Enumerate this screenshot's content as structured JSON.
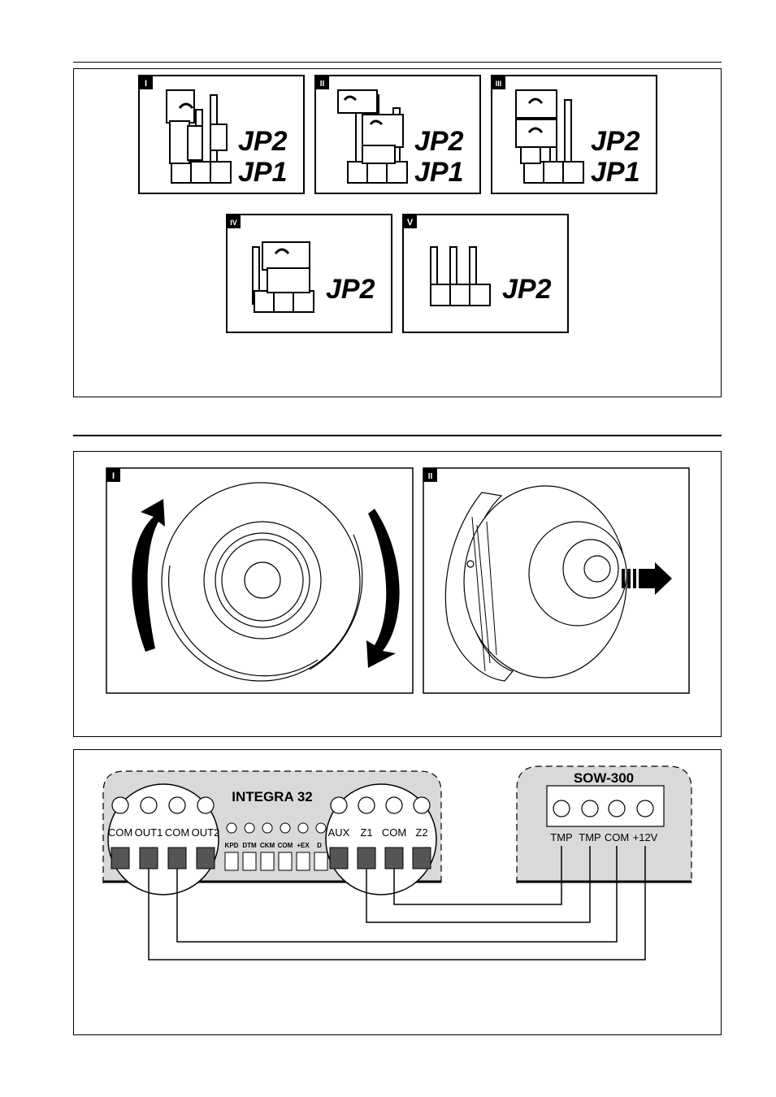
{
  "figure1": {
    "panels": [
      {
        "roman": "I",
        "labels": [
          "JP2",
          "JP1"
        ]
      },
      {
        "roman": "II",
        "labels": [
          "JP2",
          "JP1"
        ]
      },
      {
        "roman": "III",
        "labels": [
          "JP2",
          "JP1"
        ]
      },
      {
        "roman": "IV",
        "labels": [
          "JP2"
        ]
      },
      {
        "roman": "V",
        "labels": [
          "JP2"
        ]
      }
    ]
  },
  "figure2": {
    "panels": [
      {
        "roman": "I"
      },
      {
        "roman": "II"
      }
    ]
  },
  "figure3": {
    "control_panel": {
      "name": "INTEGRA 32",
      "left_terminals": [
        "COM",
        "OUT1",
        "COM",
        "OUT2"
      ],
      "mid_terminals": [
        "KPD",
        "DTM",
        "CKM",
        "COM",
        "+EX",
        "D"
      ],
      "right_terminals": [
        "AUX",
        "Z1",
        "COM",
        "Z2"
      ]
    },
    "siren": {
      "name": "SOW-300",
      "terminals": [
        "TMP",
        "TMP",
        "COM",
        "+12V"
      ]
    }
  }
}
